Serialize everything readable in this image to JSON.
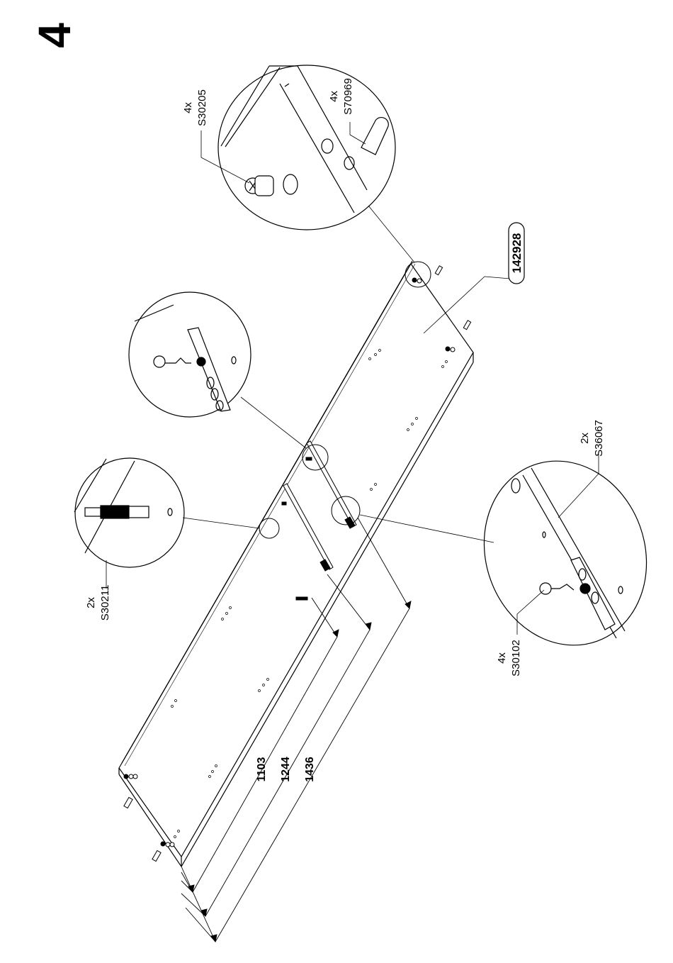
{
  "step_number": "4",
  "panel_part_number": "142928",
  "callouts": {
    "s30205": {
      "qty": "4x",
      "code": "S30205"
    },
    "s70969": {
      "qty": "4x",
      "code": "S70969"
    },
    "s36067": {
      "qty": "2x",
      "code": "S36067"
    },
    "s30102": {
      "qty": "4x",
      "code": "S30102"
    },
    "s30211": {
      "qty": "2x",
      "code": "S30211"
    }
  },
  "dimensions": [
    "1103",
    "1244",
    "1436"
  ]
}
